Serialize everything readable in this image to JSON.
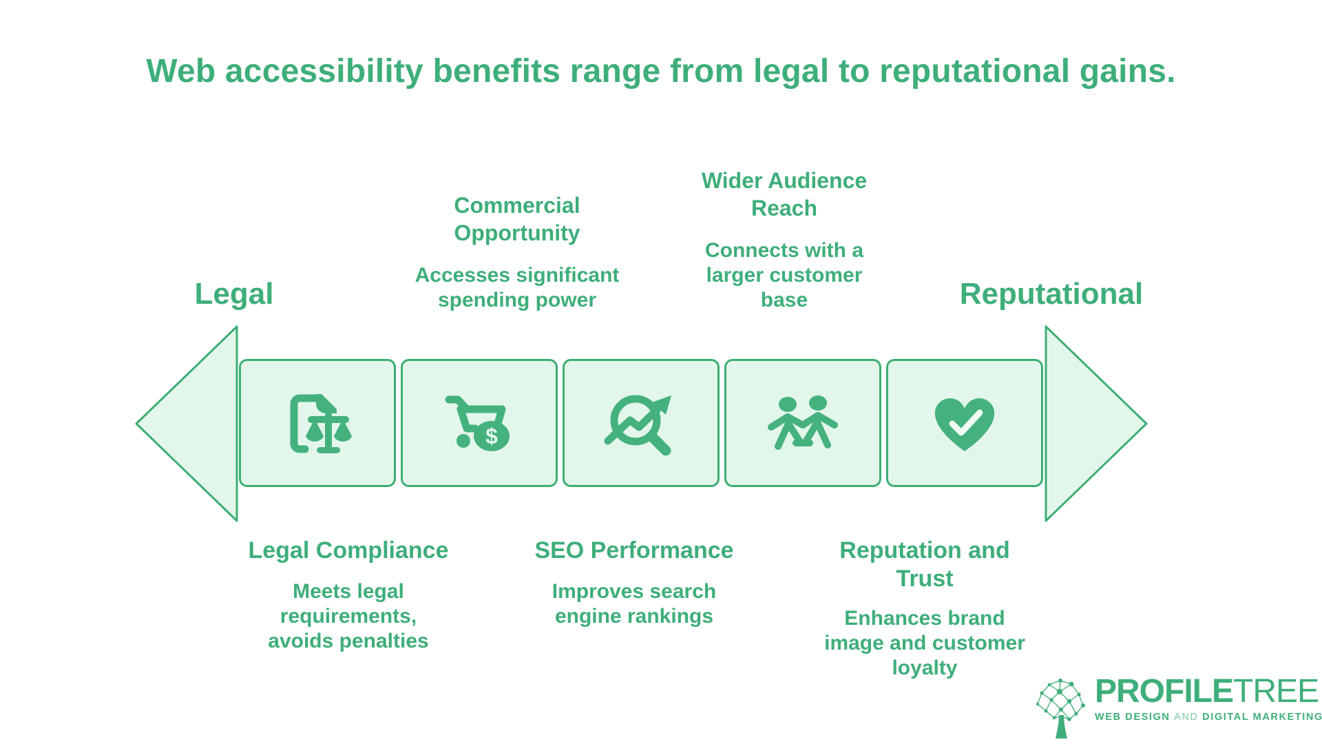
{
  "title": "Web accessibility benefits range from legal to reputational gains.",
  "colors": {
    "text_green": "#3EAE7A",
    "icon_green": "#45B27E",
    "shape_fill": "#E3F6EC",
    "shape_border": "#3CAE73",
    "background": "#FFFFFF"
  },
  "axis": {
    "left_label": "Legal",
    "right_label": "Reputational"
  },
  "top_sections": [
    {
      "heading": "Commercial Opportunity",
      "description": "Accesses significant spending power"
    },
    {
      "heading": "Wider Audience Reach",
      "description": "Connects with a larger customer base"
    }
  ],
  "bottom_sections": [
    {
      "heading": "Legal Compliance",
      "description": "Meets legal requirements, avoids penalties"
    },
    {
      "heading": "SEO Performance",
      "description": "Improves search engine rankings"
    },
    {
      "heading": "Reputation and Trust",
      "description": "Enhances brand image and customer loyalty"
    }
  ],
  "icons": [
    "left-arrow-shape",
    "legal-document-scales-icon",
    "shopping-cart-dollar-icon",
    "seo-trend-magnifier-icon",
    "people-audience-icon",
    "heart-check-icon",
    "right-arrow-shape",
    "profiletree-network-tree-icon"
  ],
  "cart_currency_symbol": "$",
  "logo": {
    "brand_primary": "PROFILE",
    "brand_secondary": "TREE",
    "tagline_part1": "WEB DESIGN",
    "tagline_part2": "AND",
    "tagline_part3": "DIGITAL MARKETING"
  }
}
